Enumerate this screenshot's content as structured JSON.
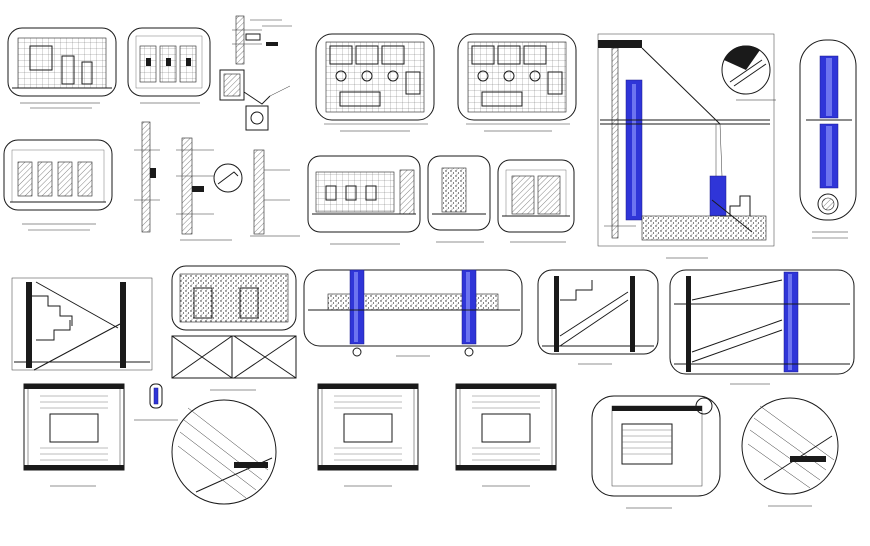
{
  "sheet": {
    "background": "#ffffff",
    "line_color": "#1a1a1a",
    "column_color": "#2f35d8"
  },
  "views": [
    {
      "id": "v01",
      "kind": "elevation-tiled"
    },
    {
      "id": "v02",
      "kind": "elevation-cubicles"
    },
    {
      "id": "v03",
      "kind": "section-detail"
    },
    {
      "id": "v04",
      "kind": "section-detail"
    },
    {
      "id": "v05",
      "kind": "plan-toilet"
    },
    {
      "id": "v06",
      "kind": "plan-toilet"
    },
    {
      "id": "v07",
      "kind": "section-stair-column"
    },
    {
      "id": "v08",
      "kind": "detail-circle"
    },
    {
      "id": "v09",
      "kind": "elevation-column"
    },
    {
      "id": "v10",
      "kind": "elevation-partitions"
    },
    {
      "id": "v11",
      "kind": "section-wall"
    },
    {
      "id": "v12",
      "kind": "section-wall"
    },
    {
      "id": "v13",
      "kind": "section-wall-detail"
    },
    {
      "id": "v14",
      "kind": "elevation-toilet"
    },
    {
      "id": "v15",
      "kind": "elevation-stipple"
    },
    {
      "id": "v16",
      "kind": "elevation-doors"
    },
    {
      "id": "v17",
      "kind": "section-stair"
    },
    {
      "id": "v18",
      "kind": "elevation-stipple-doors"
    },
    {
      "id": "v19",
      "kind": "section-beam-columns"
    },
    {
      "id": "v20",
      "kind": "section-stair"
    },
    {
      "id": "v21",
      "kind": "section-stair-column"
    },
    {
      "id": "v22",
      "kind": "plan-stair"
    },
    {
      "id": "v23",
      "kind": "plan-stair"
    },
    {
      "id": "v24",
      "kind": "plan-stair"
    },
    {
      "id": "v25",
      "kind": "plan-stair-round"
    },
    {
      "id": "v26",
      "kind": "detail-circle"
    },
    {
      "id": "v27",
      "kind": "detail-circle"
    }
  ]
}
